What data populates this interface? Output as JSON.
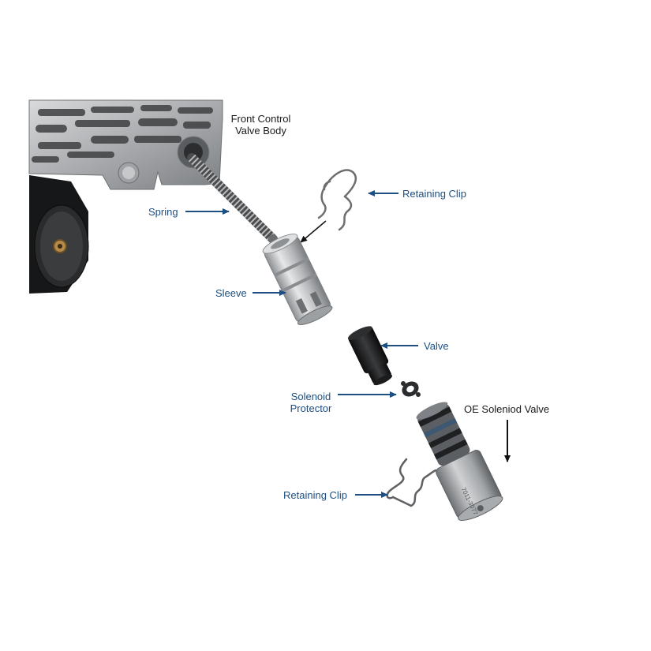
{
  "diagram": {
    "type": "exploded-parts-view",
    "colors": {
      "callout_blue": "#1d4f82",
      "callout_black": "#1a1a1a",
      "background": "#ffffff"
    },
    "labels": {
      "front_control_valve_body": {
        "line1": "Front Control",
        "line2": "Valve Body",
        "color": "black"
      },
      "retaining_clip_top": {
        "text": "Retaining Clip",
        "color": "blue"
      },
      "spring": {
        "text": "Spring",
        "color": "blue"
      },
      "sleeve": {
        "text": "Sleeve",
        "color": "blue"
      },
      "valve": {
        "text": "Valve",
        "color": "blue"
      },
      "solenoid_protector": {
        "line1": "Solenoid",
        "line2": "Protector",
        "color": "blue"
      },
      "oe_solenoid_valve": {
        "text": "OE Soleniod Valve",
        "color": "black"
      },
      "retaining_clip_bottom": {
        "text": "Retaining Clip",
        "color": "blue"
      }
    },
    "parts": [
      "front-control-valve-body",
      "spring",
      "retaining-clip-top",
      "sleeve",
      "valve",
      "solenoid-protector",
      "oe-solenoid-valve",
      "retaining-clip-bottom"
    ]
  }
}
